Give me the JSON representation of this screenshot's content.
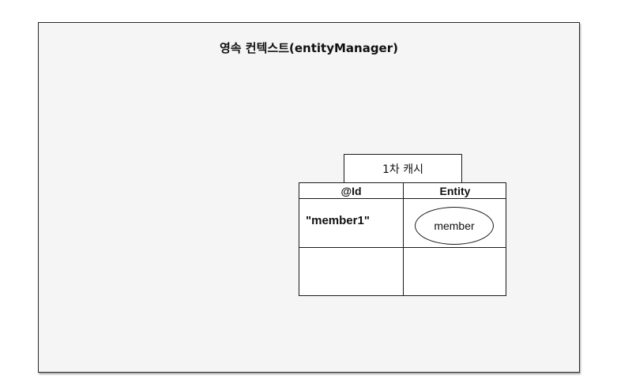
{
  "diagram": {
    "context_title": "영속 컨텍스트(entityManager)",
    "cache_label": "1차 캐시",
    "table": {
      "headers": [
        "@Id",
        "Entity"
      ],
      "rows": [
        {
          "id": "\"member1\"",
          "entity": "member"
        },
        {
          "id": "",
          "entity": ""
        }
      ]
    }
  }
}
